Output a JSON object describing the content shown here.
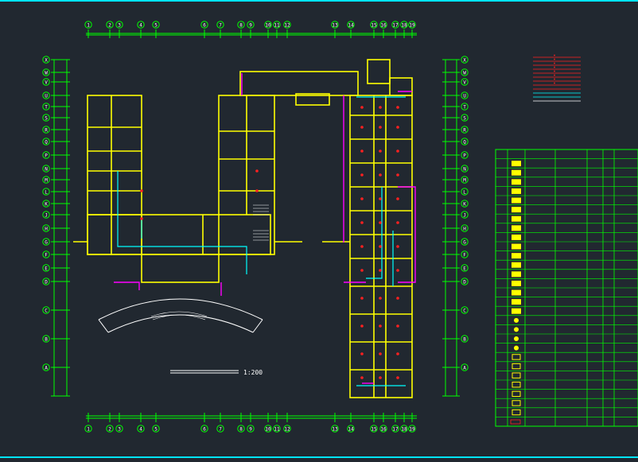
{
  "drawing": {
    "scale_label": "1:200"
  },
  "colors": {
    "background": "#212830",
    "wall": "#ffff00",
    "grid": "#00ff00",
    "cyan": "#00ffff",
    "magenta": "#ff00ff",
    "red": "#ff0000",
    "white": "#ffffff"
  },
  "axes": {
    "top": [
      "1",
      "2",
      "3",
      "4",
      "5",
      "6",
      "7",
      "8",
      "9",
      "10",
      "11",
      "12",
      "13",
      "14",
      "15",
      "16",
      "17",
      "18",
      "19"
    ],
    "bottom": [
      "1",
      "2",
      "3",
      "4",
      "5",
      "6",
      "7",
      "8",
      "9",
      "10",
      "11",
      "12",
      "13",
      "14",
      "15",
      "16",
      "17",
      "18",
      "19"
    ],
    "left": [
      "X",
      "W",
      "V",
      "U",
      "T",
      "S",
      "R",
      "Q",
      "P",
      "N",
      "M",
      "L",
      "K",
      "J",
      "H",
      "G",
      "F",
      "E",
      "D",
      "C",
      "B",
      "A"
    ],
    "right": [
      "X",
      "W",
      "V",
      "U",
      "T",
      "S",
      "R",
      "Q",
      "P",
      "N",
      "M",
      "L",
      "K",
      "J",
      "H",
      "G",
      "F",
      "E",
      "D",
      "C",
      "B",
      "A"
    ]
  },
  "legend_table": {
    "row_count": 30
  }
}
